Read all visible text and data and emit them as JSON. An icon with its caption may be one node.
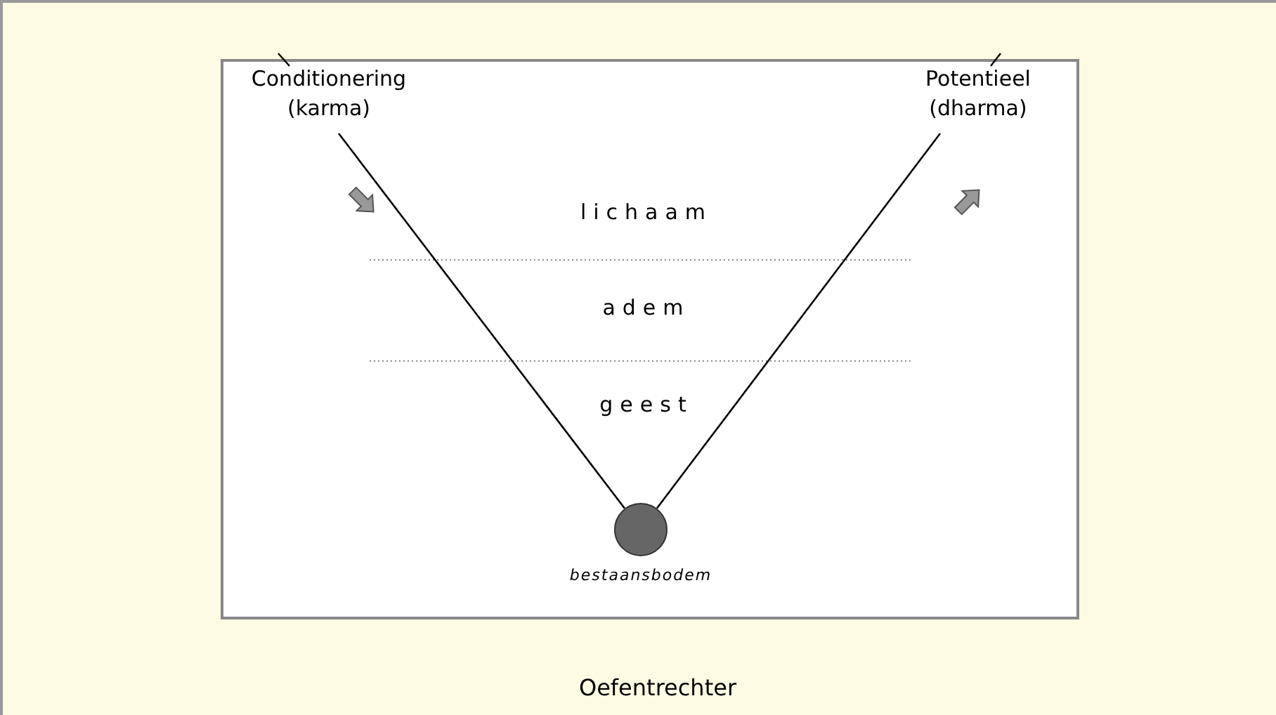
{
  "diagram": {
    "caption": "Oefentrechter",
    "nodes": [
      {
        "text": [
          "Conditionering (karma)"
        ]
      },
      {
        "text": [
          "Potentieel (dharma)"
        ]
      },
      {
        "text": [],
        "shape": "circle",
        "beside": [
          "bestaansbodem"
        ]
      }
    ],
    "edges": [
      {
        "from": 0,
        "to": 2,
        "arrow": "none"
      },
      {
        "from": 2,
        "to": 1,
        "arrow": "none"
      }
    ],
    "labels": [
      "lichaam",
      "adem",
      "geest"
    ]
  }
}
